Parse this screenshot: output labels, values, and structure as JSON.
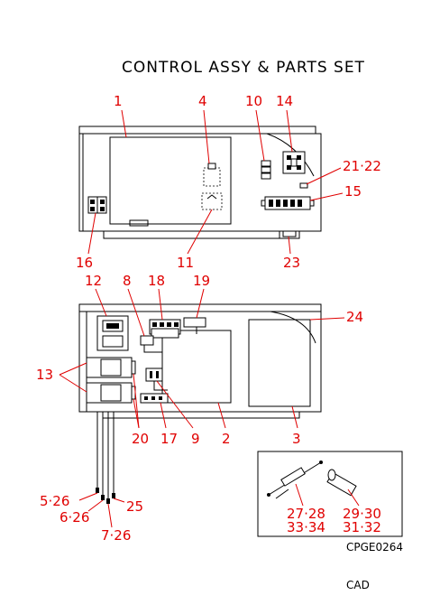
{
  "title": "CONTROL ASSY & PARTS SET",
  "drawing_code": "CPGE0264",
  "cad_mark": "CAD",
  "callouts": {
    "c1": "1",
    "c4": "4",
    "c10": "10",
    "c14": "14",
    "c21_22": "21·22",
    "c15": "15",
    "c16": "16",
    "c11": "11",
    "c23": "23",
    "c12": "12",
    "c8": "8",
    "c18": "18",
    "c19": "19",
    "c24": "24",
    "c13": "13",
    "c20": "20",
    "c17": "17",
    "c9": "9",
    "c2": "2",
    "c3": "3",
    "c5_26": "5·26",
    "c6_26": "6·26",
    "c7_26": "7·26",
    "c25": "25",
    "c27_28": "27·28",
    "c29_30": "29·30",
    "c33_34": "33·34",
    "c31_32": "31·32"
  },
  "colors": {
    "callout": "#e00000",
    "line": "#000000"
  }
}
